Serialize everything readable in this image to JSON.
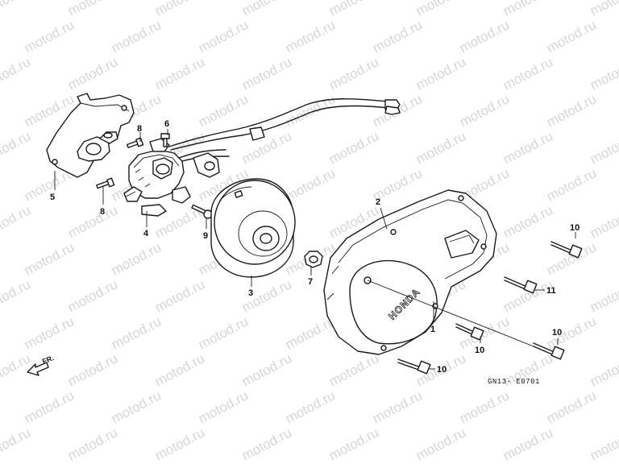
{
  "watermark": "motod.ru",
  "drawing_code": "GN13- E0701",
  "front_indicator": "FR.",
  "cover_logo": "HONDA",
  "callouts": {
    "c1": "1",
    "c2": "2",
    "c3": "3",
    "c4": "4",
    "c5": "5",
    "c6": "6",
    "c7": "7",
    "c8a": "8",
    "c8b": "8",
    "c9": "9",
    "c10a": "10",
    "c10b": "10",
    "c10c": "10",
    "c10d": "10",
    "c11": "11"
  }
}
